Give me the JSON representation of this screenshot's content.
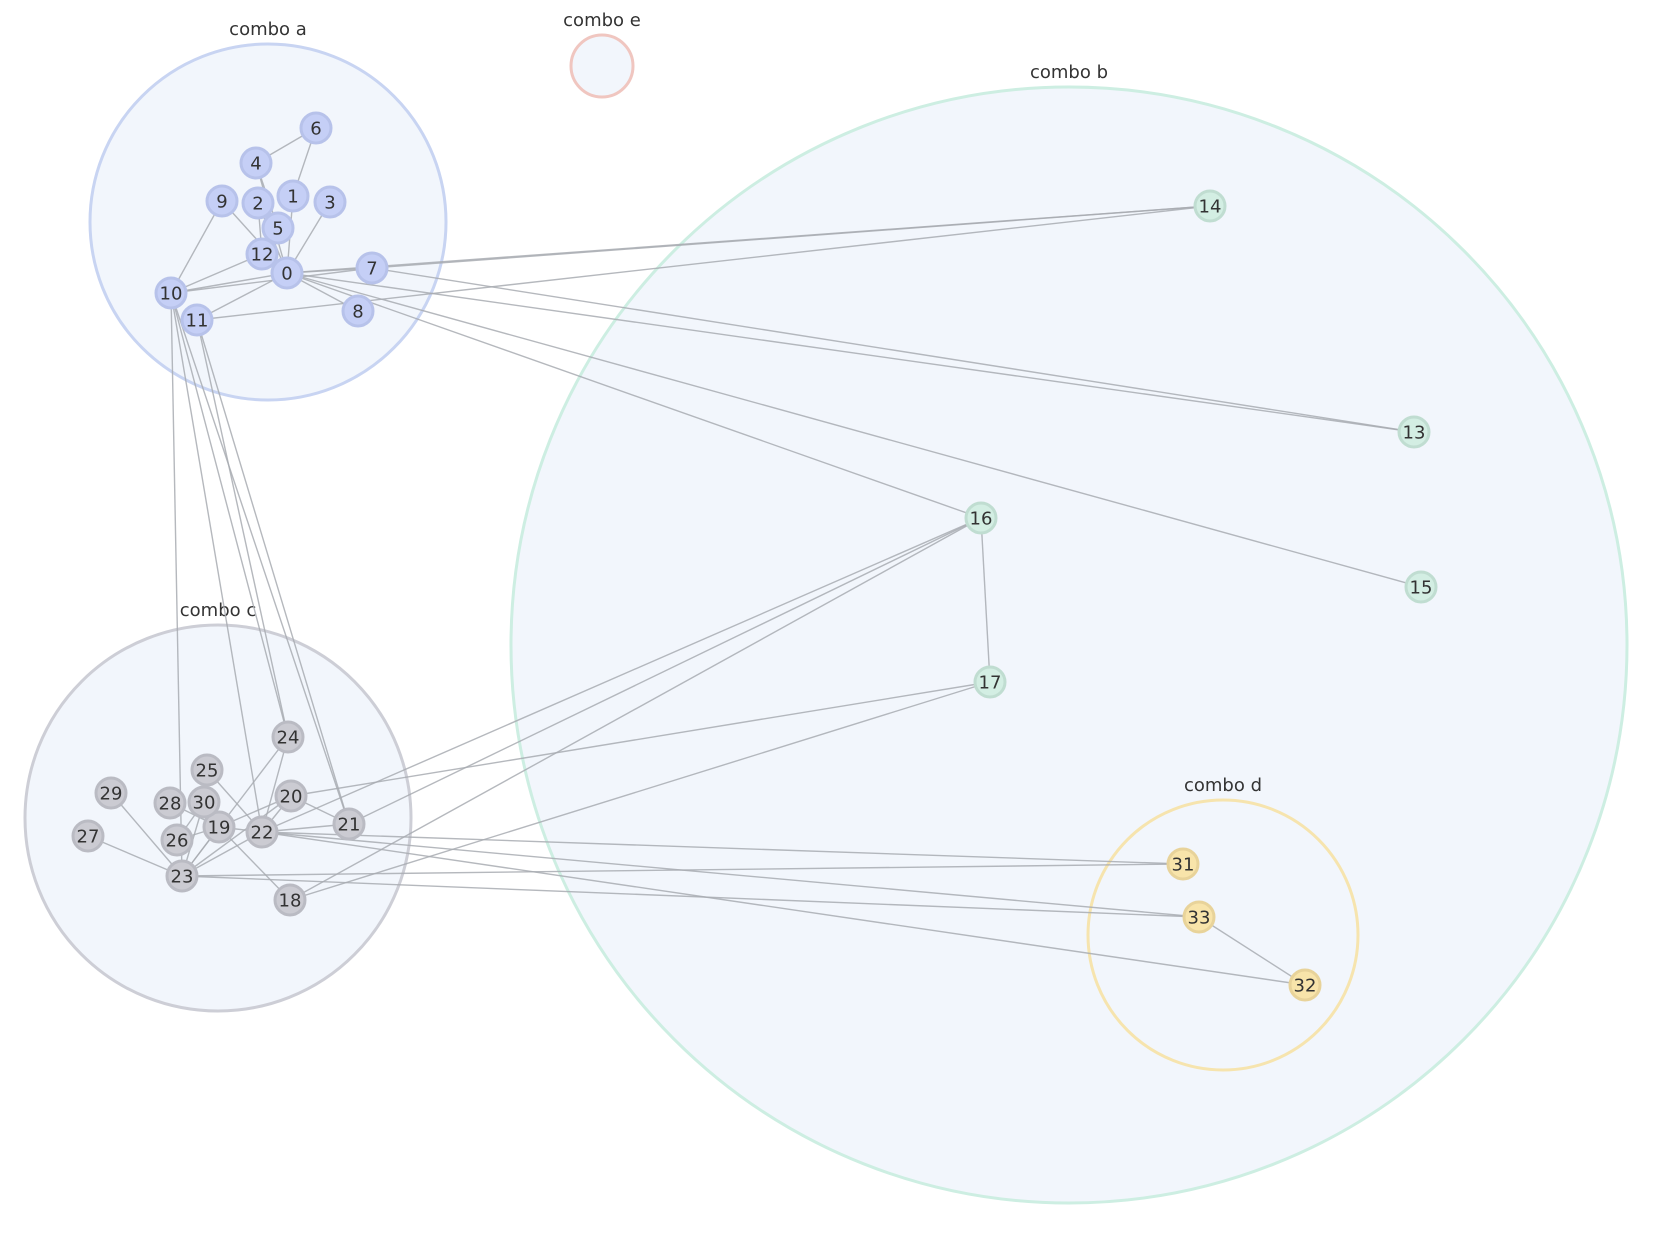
{
  "colors": {
    "combo_fill": "#f2f6fc",
    "combo_a_stroke": "#c8d4f2",
    "combo_b_stroke": "#cdeee2",
    "combo_c_stroke": "#cdced6",
    "combo_d_stroke": "#f6e4ae",
    "combo_e_stroke": "#f0c6c0",
    "edge": "#a8abb2",
    "text": "#333333"
  },
  "combos": [
    {
      "id": "a",
      "label": "combo a"
    },
    {
      "id": "b",
      "label": "combo b"
    },
    {
      "id": "c",
      "label": "combo c"
    },
    {
      "id": "d",
      "label": "combo d"
    },
    {
      "id": "e",
      "label": "combo e"
    }
  ],
  "node_styles": {
    "a": {
      "fill": "#c5cff6",
      "stroke": "#b7c2ea"
    },
    "b": {
      "fill": "#d3eee3",
      "stroke": "#c0ddd1"
    },
    "c": {
      "fill": "#cbcbd2",
      "stroke": "#babbc3"
    },
    "d": {
      "fill": "#f8e4aa",
      "stroke": "#e8d39a"
    }
  },
  "nodes": [
    {
      "id": "0",
      "combo": "a"
    },
    {
      "id": "1",
      "combo": "a"
    },
    {
      "id": "2",
      "combo": "a"
    },
    {
      "id": "3",
      "combo": "a"
    },
    {
      "id": "4",
      "combo": "a"
    },
    {
      "id": "5",
      "combo": "a"
    },
    {
      "id": "6",
      "combo": "a"
    },
    {
      "id": "7",
      "combo": "a"
    },
    {
      "id": "8",
      "combo": "a"
    },
    {
      "id": "9",
      "combo": "a"
    },
    {
      "id": "10",
      "combo": "a"
    },
    {
      "id": "11",
      "combo": "a"
    },
    {
      "id": "12",
      "combo": "a"
    },
    {
      "id": "13",
      "combo": "b"
    },
    {
      "id": "14",
      "combo": "b"
    },
    {
      "id": "15",
      "combo": "b"
    },
    {
      "id": "16",
      "combo": "b"
    },
    {
      "id": "17",
      "combo": "b"
    },
    {
      "id": "18",
      "combo": "c"
    },
    {
      "id": "19",
      "combo": "c"
    },
    {
      "id": "20",
      "combo": "c"
    },
    {
      "id": "21",
      "combo": "c"
    },
    {
      "id": "22",
      "combo": "c"
    },
    {
      "id": "23",
      "combo": "c"
    },
    {
      "id": "24",
      "combo": "c"
    },
    {
      "id": "25",
      "combo": "c"
    },
    {
      "id": "26",
      "combo": "c"
    },
    {
      "id": "27",
      "combo": "c"
    },
    {
      "id": "28",
      "combo": "c"
    },
    {
      "id": "29",
      "combo": "c"
    },
    {
      "id": "30",
      "combo": "c"
    },
    {
      "id": "31",
      "combo": "d"
    },
    {
      "id": "32",
      "combo": "d"
    },
    {
      "id": "33",
      "combo": "d"
    }
  ],
  "edges": [
    [
      "0",
      "1"
    ],
    [
      "0",
      "2"
    ],
    [
      "0",
      "3"
    ],
    [
      "0",
      "4"
    ],
    [
      "0",
      "7"
    ],
    [
      "0",
      "8"
    ],
    [
      "0",
      "9"
    ],
    [
      "0",
      "10"
    ],
    [
      "0",
      "11"
    ],
    [
      "0",
      "12"
    ],
    [
      "0",
      "13"
    ],
    [
      "0",
      "14"
    ],
    [
      "0",
      "15"
    ],
    [
      "0",
      "16"
    ],
    [
      "2",
      "5"
    ],
    [
      "2",
      "12"
    ],
    [
      "4",
      "5"
    ],
    [
      "5",
      "12"
    ],
    [
      "6",
      "1"
    ],
    [
      "6",
      "4"
    ],
    [
      "9",
      "10"
    ],
    [
      "10",
      "12"
    ],
    [
      "7",
      "13"
    ],
    [
      "7",
      "14"
    ],
    [
      "11",
      "14"
    ],
    [
      "10",
      "7"
    ],
    [
      "10",
      "21"
    ],
    [
      "10",
      "22"
    ],
    [
      "10",
      "23"
    ],
    [
      "10",
      "24"
    ],
    [
      "11",
      "24"
    ],
    [
      "11",
      "21"
    ],
    [
      "16",
      "17"
    ],
    [
      "16",
      "18"
    ],
    [
      "16",
      "21"
    ],
    [
      "16",
      "22"
    ],
    [
      "17",
      "18"
    ],
    [
      "17",
      "20"
    ],
    [
      "18",
      "19"
    ],
    [
      "19",
      "20"
    ],
    [
      "19",
      "22"
    ],
    [
      "19",
      "23"
    ],
    [
      "19",
      "26"
    ],
    [
      "19",
      "28"
    ],
    [
      "19",
      "30"
    ],
    [
      "20",
      "21"
    ],
    [
      "20",
      "22"
    ],
    [
      "20",
      "23"
    ],
    [
      "21",
      "22"
    ],
    [
      "22",
      "23"
    ],
    [
      "22",
      "24"
    ],
    [
      "22",
      "25"
    ],
    [
      "22",
      "31"
    ],
    [
      "22",
      "33"
    ],
    [
      "22",
      "32"
    ],
    [
      "23",
      "24"
    ],
    [
      "23",
      "27"
    ],
    [
      "23",
      "29"
    ],
    [
      "23",
      "30"
    ],
    [
      "23",
      "31"
    ],
    [
      "23",
      "33"
    ],
    [
      "26",
      "30"
    ],
    [
      "32",
      "33"
    ]
  ]
}
